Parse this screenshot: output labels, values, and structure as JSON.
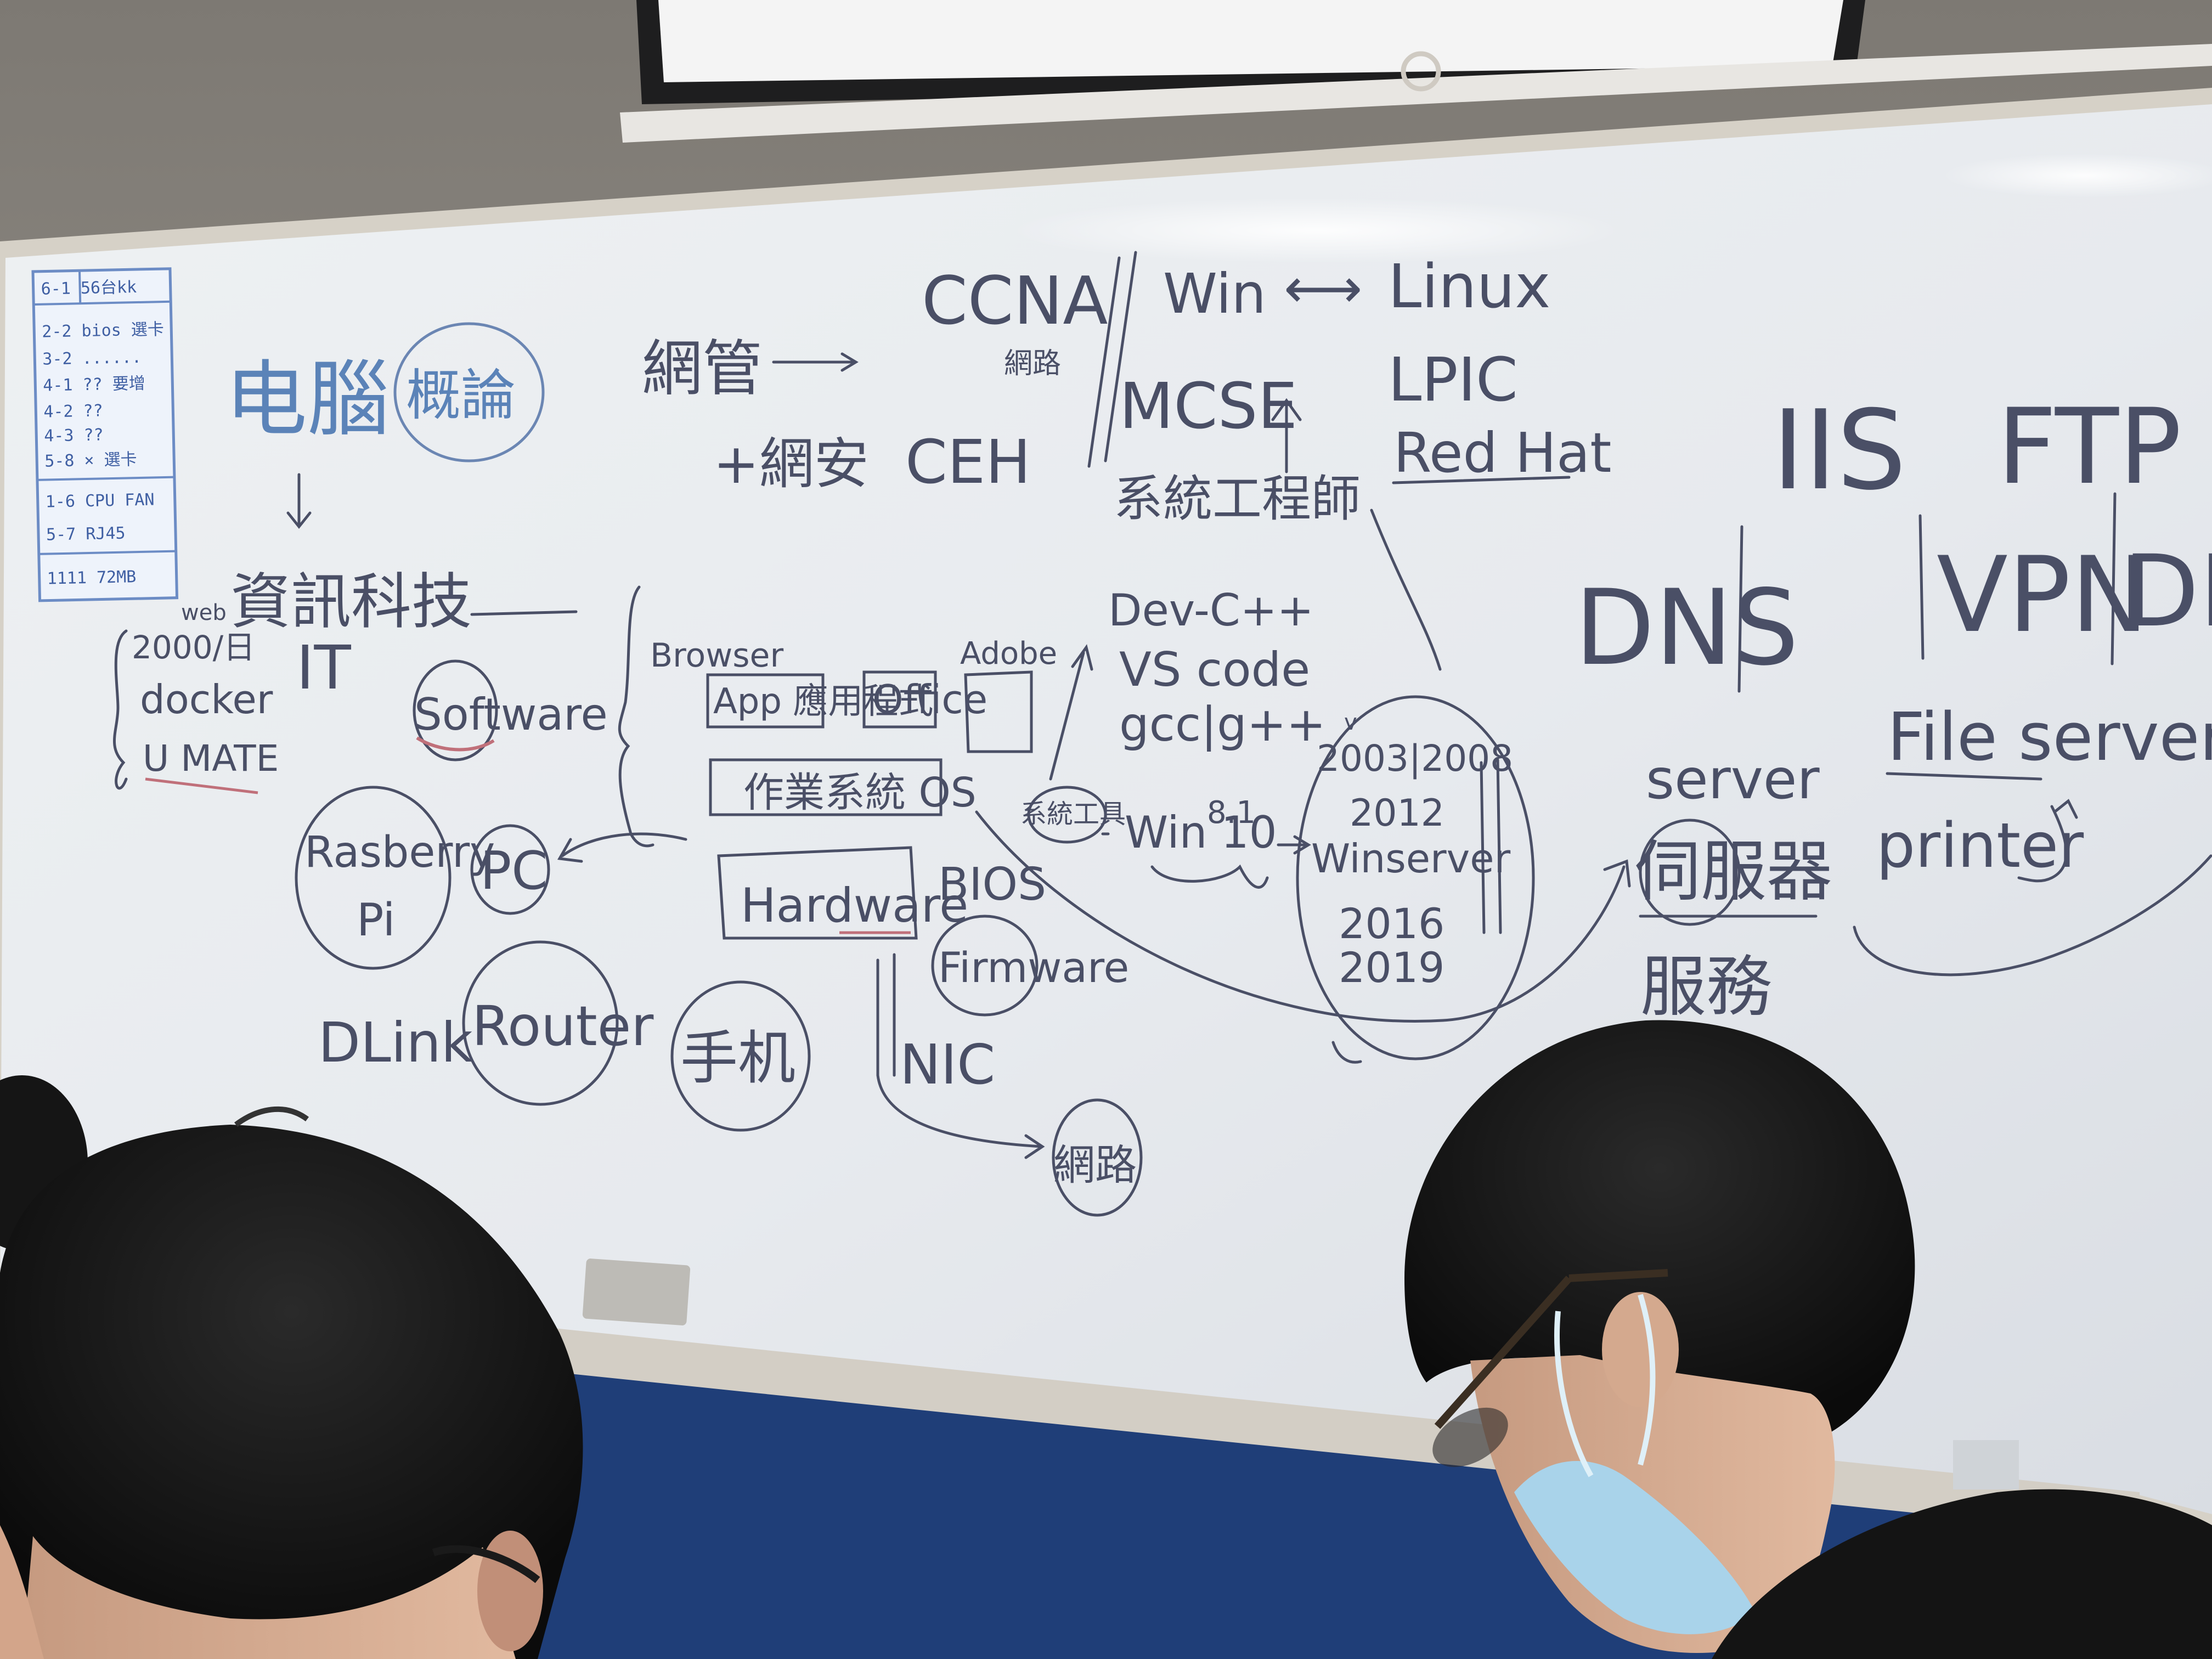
{
  "colors": {
    "wall": "#8d8880",
    "whiteboard": "#e9ecef",
    "board_frame": "#d9d4cb",
    "marker": "#4a4f66",
    "blue_marker": "#5b83b8",
    "blue_wall": "#21417a",
    "hair": "#141414",
    "mask": "#a9d3ea"
  },
  "sticky_note": {
    "lines": [
      "6-1  56台kk",
      "2-2 bios 選卡",
      "3-2 ......",
      "4-1 ?? 要增",
      "4-2 ??",
      "4-3 ??",
      "5-8 ×  選卡",
      "1-6 CPU FAN",
      "5-7 RJ45",
      "1111 72MB"
    ]
  },
  "board": {
    "top_row": {
      "ccna": "CCNA",
      "network_admin": "網管",
      "network_small": "網路",
      "security_prefix": "+網安",
      "ceh": "CEH",
      "win": "Win",
      "arrow": "⟷",
      "linux": "Linux",
      "mcse": "MCSE",
      "lpic": "LPIC",
      "sys_engineer": "系統工程師",
      "red_hat": "Red Hat"
    },
    "left": {
      "computer": "电腦",
      "overview": "概論",
      "info_tech": "資訊科技",
      "it": "IT",
      "web": "web",
      "year": "2000/日",
      "docker": "docker",
      "umate": "U MATE",
      "software": "Software",
      "rasberry": "Rasberry",
      "pi": "Pi",
      "pc": "PC",
      "dlink": "DLink",
      "router": "Router",
      "phone": "手机"
    },
    "middle": {
      "browser": "Browser",
      "app": "App 應用程式",
      "office": "Office",
      "adobe": "Adobe",
      "os": "作業系統 OS",
      "hardware": "Hardware",
      "bios": "BIOS",
      "firmware": "Firmware",
      "nic": "NIC",
      "network": "網路",
      "dev_cpp": "Dev-C++",
      "vs_code": "VS code",
      "gcc": "gcc|g++",
      "win10": "Win 10",
      "win81": "8.1",
      "system": "系統工具"
    },
    "winserver": {
      "years_top": "2003|2008",
      "y2012": "2012",
      "label": "Winserver",
      "y2016": "2016",
      "y2019": "2019",
      "v": "v"
    },
    "right": {
      "iis": "IIS",
      "ftp": "FTP",
      "dns": "DNS",
      "vpn": "VPN",
      "dh": "DH",
      "file_server": "File server",
      "server": "server",
      "server_cn": "伺服器",
      "printer": "printer",
      "service": "服務"
    }
  }
}
